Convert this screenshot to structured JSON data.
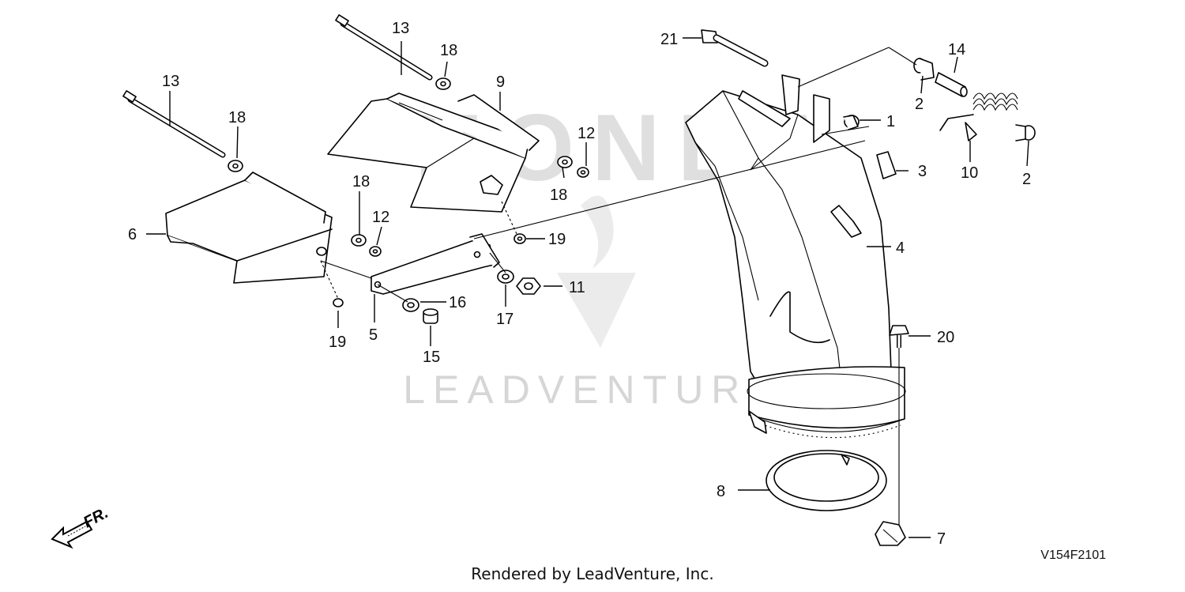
{
  "diagram": {
    "callouts": [
      "13",
      "18",
      "9",
      "12",
      "18",
      "13",
      "18",
      "6",
      "18",
      "12",
      "19",
      "5",
      "16",
      "15",
      "19",
      "11",
      "17",
      "21",
      "14",
      "2",
      "1",
      "3",
      "10",
      "2",
      "4",
      "20",
      "8",
      "7"
    ],
    "fr_label": "FR.",
    "diagram_code": "V154F2101",
    "watermark_brand": "HONDA",
    "watermark_text": "LEADVENTURE",
    "footer": "Rendered by LeadVenture, Inc."
  }
}
